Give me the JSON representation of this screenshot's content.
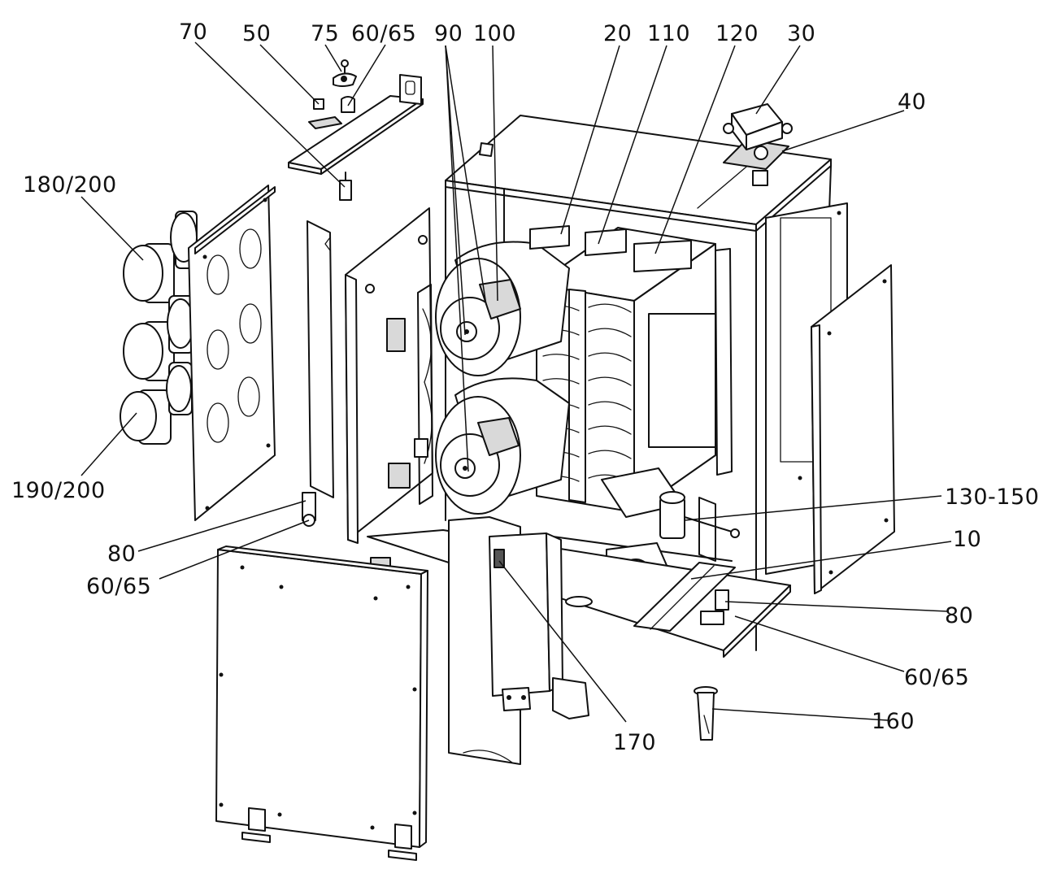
{
  "labels": {
    "l70": "70",
    "l50": "50",
    "l75": "75",
    "l60_65_top": "60/65",
    "l90": "90",
    "l100": "100",
    "l20": "20",
    "l110": "110",
    "l120": "120",
    "l30": "30",
    "l40": "40",
    "l180_200": "180/200",
    "l190_200": "190/200",
    "l80_left": "80",
    "l60_65_left": "60/65",
    "l130_150": "130-150",
    "l10": "10",
    "l80_right": "80",
    "l60_65_right": "60/65",
    "l160": "160",
    "l170": "170"
  }
}
